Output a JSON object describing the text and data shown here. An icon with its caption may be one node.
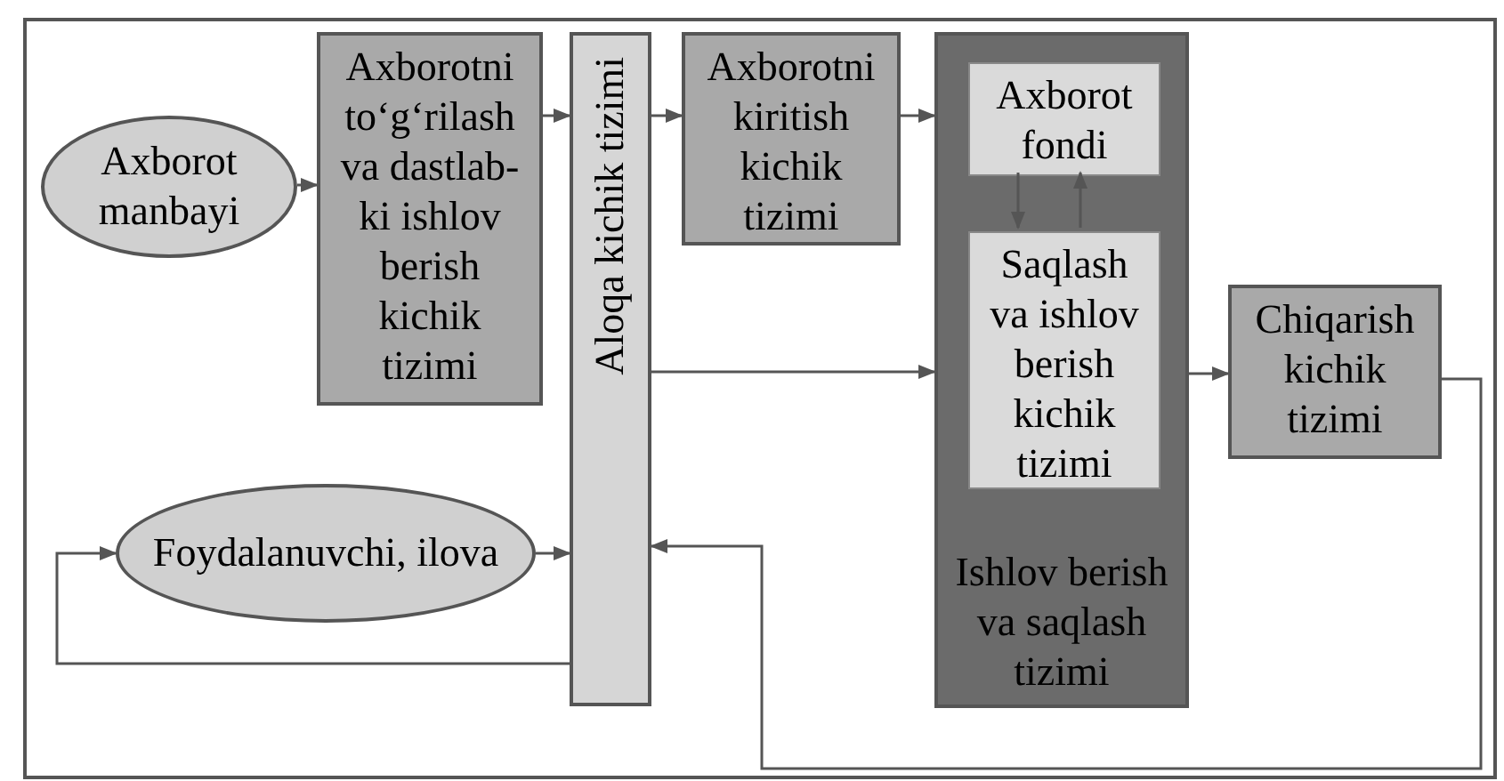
{
  "diagram": {
    "nodes": [
      {
        "text": [
          "Axborot manbayi"
        ]
      },
      {
        "text": [
          "Axborotni to‘g‘rilash va dastlab-ki ishlov berish kichik tizimi"
        ]
      },
      {
        "text": [
          "Aloqa kichik tizimi"
        ]
      },
      {
        "text": [
          "Axborotni kiritish kichik tizimi"
        ]
      },
      {
        "text": [
          "Ishlov berish va saqlash tizimi"
        ]
      },
      {
        "text": [
          "Axborot fondi"
        ],
        "in": 4
      },
      {
        "text": [
          "Saqlash va ishlov berish kichik tizimi"
        ],
        "in": 4
      },
      {
        "text": [
          "Chiqarish kichik tizimi"
        ]
      },
      {
        "text": [
          "Foydalanuvchi, ilova"
        ]
      }
    ],
    "edges": [
      {
        "from": 0,
        "to": 1,
        "arrow": "to"
      },
      {
        "from": 1,
        "to": 2,
        "arrow": "to"
      },
      {
        "from": 2,
        "to": 3,
        "arrow": "to"
      },
      {
        "from": 3,
        "to": 4,
        "arrow": "to"
      },
      {
        "from": 5,
        "to": 6,
        "arrow": "to"
      },
      {
        "from": 6,
        "to": 5,
        "arrow": "to"
      },
      {
        "from": 2,
        "to": 4,
        "arrow": "to"
      },
      {
        "from": 4,
        "to": 7,
        "arrow": "to"
      },
      {
        "from": 7,
        "to": 2,
        "arrow": "to"
      },
      {
        "from": 8,
        "to": 2,
        "arrow": "to"
      },
      {
        "from": 2,
        "to": 8,
        "arrow": "to"
      }
    ]
  }
}
